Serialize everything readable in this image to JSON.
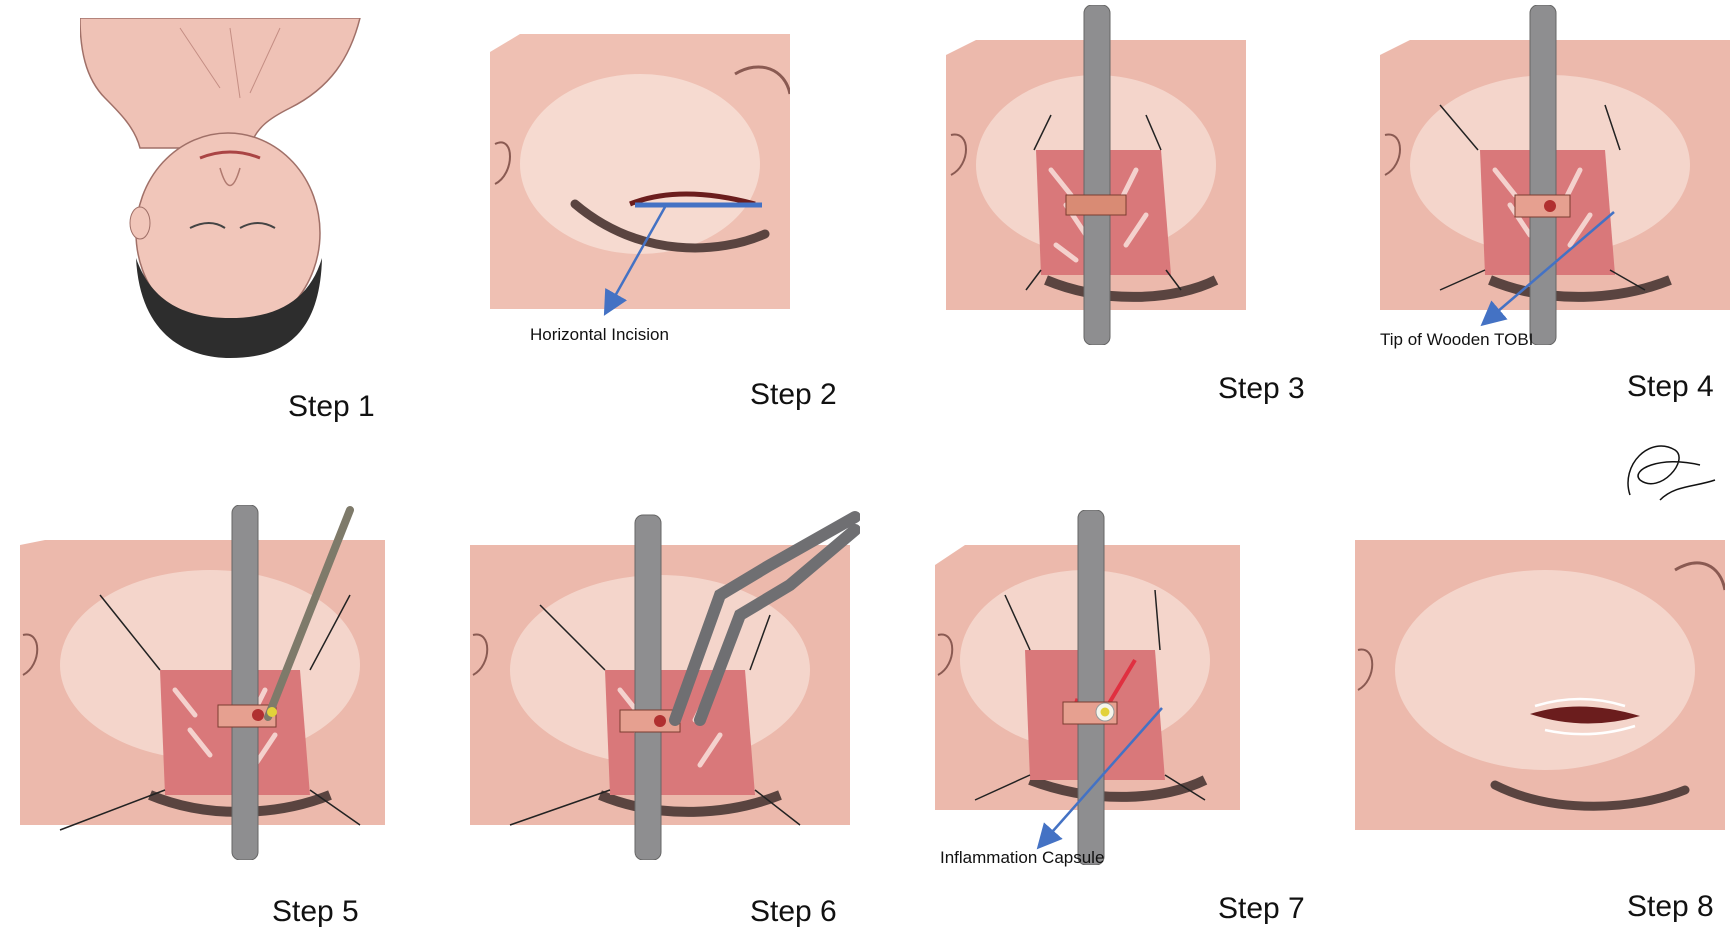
{
  "steps": [
    {
      "label": "Step 1",
      "annotation": ""
    },
    {
      "label": "Step 2",
      "annotation": "Horizontal Incision"
    },
    {
      "label": "Step 3",
      "annotation": ""
    },
    {
      "label": "Step 4",
      "annotation": "Tip of Wooden TOBI"
    },
    {
      "label": "Step 5",
      "annotation": ""
    },
    {
      "label": "Step 6",
      "annotation": ""
    },
    {
      "label": "Step 7",
      "annotation": "Inflammation Capsule"
    },
    {
      "label": "Step 8",
      "annotation": ""
    }
  ],
  "colors": {
    "skin": "#e9b3a6",
    "skin_light": "#f6dcd3",
    "tissue": "#d9787a",
    "instrument": "#8e8e90",
    "arrow": "#4472c4",
    "pus": "#e2d23a"
  }
}
